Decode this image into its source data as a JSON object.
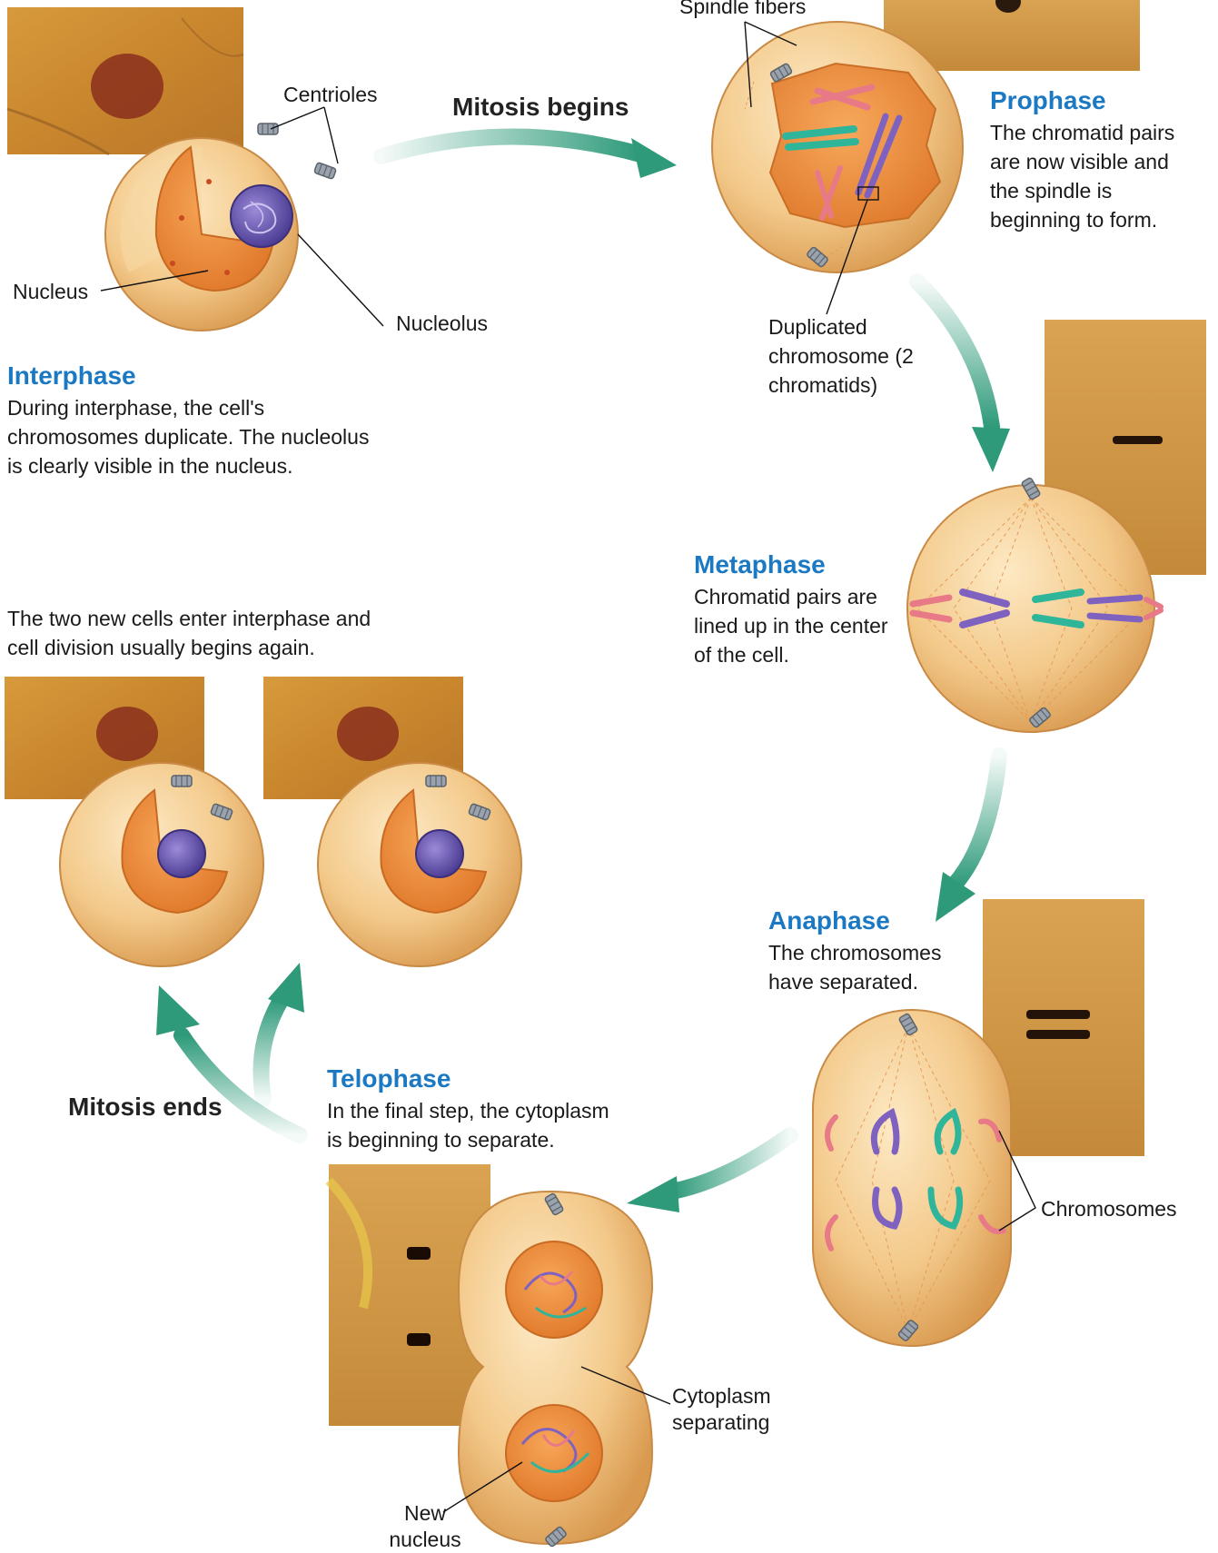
{
  "colors": {
    "heading": "#1b78c2",
    "arrow": "#2e9a7a",
    "cell": "#f2c684",
    "nucleus": "#f08f3a",
    "nucleolus": "#6a58b0",
    "chromosome_pink": "#e77a86",
    "chromosome_teal": "#2fb59a",
    "chromosome_purple": "#7f62c0"
  },
  "arrows": {
    "mitosis_begins": "Mitosis begins",
    "mitosis_ends": "Mitosis ends"
  },
  "interphase": {
    "heading": "Interphase",
    "text": "During interphase, the cell's chromosomes duplicate. The nucleolus is clearly visible in the nucleus.",
    "labels": {
      "centrioles": "Centrioles",
      "nucleus": "Nucleus",
      "nucleolus": "Nucleolus"
    }
  },
  "prophase": {
    "heading": "Prophase",
    "text": "The chromatid pairs are now visible and the spindle is beginning to form.",
    "labels": {
      "spindle_fibers": "Spindle fibers",
      "duplicated_chromosome": "Duplicated chromosome (2 chromatids)"
    }
  },
  "metaphase": {
    "heading": "Metaphase",
    "text": "Chromatid pairs are lined up in the center of the cell."
  },
  "anaphase": {
    "heading": "Anaphase",
    "text": "The chromosomes have separated.",
    "labels": {
      "chromosomes": "Chromosomes"
    }
  },
  "telophase": {
    "heading": "Telophase",
    "text": "In the final step, the cytoplasm is beginning to separate.",
    "labels": {
      "cytoplasm_separating": "Cytoplasm separating",
      "new_nucleus": "New nucleus"
    }
  },
  "new_cells": {
    "text": "The two new cells enter interphase and cell division usually begins again."
  }
}
